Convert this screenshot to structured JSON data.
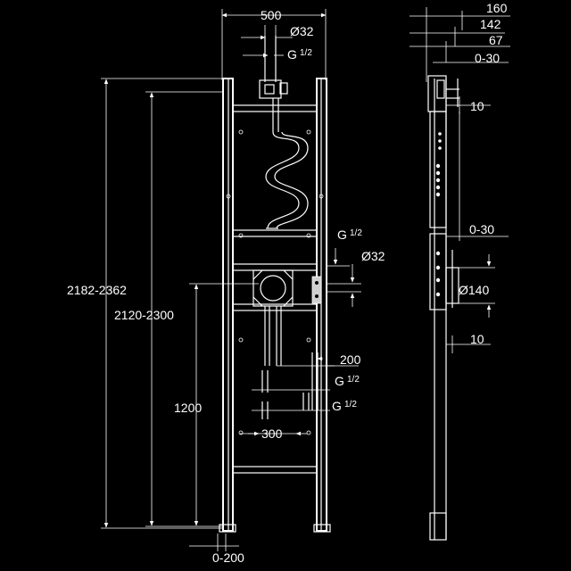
{
  "front_view": {
    "dim_width": "500",
    "dim_pipe_top": "Ø32",
    "dim_thread_top": "G",
    "dim_thread_top_frac": "1/2",
    "dim_total_height_range": "2182-2362",
    "dim_frame_height_range": "2120-2300",
    "dim_thread_mid": "G",
    "dim_thread_mid_frac": "1/2",
    "dim_pipe_mid": "Ø32",
    "dim_spacing_200": "200",
    "dim_thread_low1": "G",
    "dim_thread_low1_frac": "1/2",
    "dim_thread_low2": "G",
    "dim_thread_low2_frac": "1/2",
    "dim_height_1200": "1200",
    "dim_spacing_300": "300",
    "dim_foot_adjust": "0-200"
  },
  "side_view": {
    "dim_160": "160",
    "dim_142": "142",
    "dim_67": "67",
    "dim_0_30_top": "0-30",
    "dim_10_top": "10",
    "dim_0_30_mid": "0-30",
    "dim_diameter_140": "Ø140",
    "dim_10_bottom": "10"
  }
}
